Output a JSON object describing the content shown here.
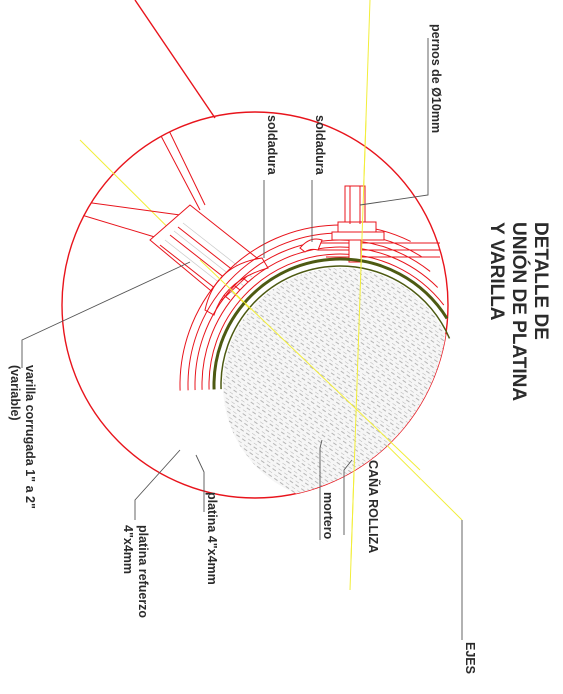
{
  "title": {
    "line1": "DETALLE DE",
    "line2": "UNIÓN DE PLATINA",
    "line3": "Y VARILLA"
  },
  "labels": {
    "pernos": "pernos de Ø10mm",
    "soldadura_1": "soldadura",
    "soldadura_2": "soldadura",
    "cana_rolliza": "CAÑA ROLLIZA",
    "mortero": "mortero",
    "platina": "platina 4\"x4mm",
    "platina_refuerzo_1": "platina refuerzo",
    "platina_refuerzo_2": "4\"x4mm",
    "varilla_1": "varilla corrugada 1\" a 2\"",
    "varilla_2": "(variable)",
    "ejes": "EJES"
  },
  "colors": {
    "red": "#e8141c",
    "yellow": "#f2ee3a",
    "olive": "#4d5a12",
    "leader": "#555555",
    "text": "#2b2b2b"
  }
}
